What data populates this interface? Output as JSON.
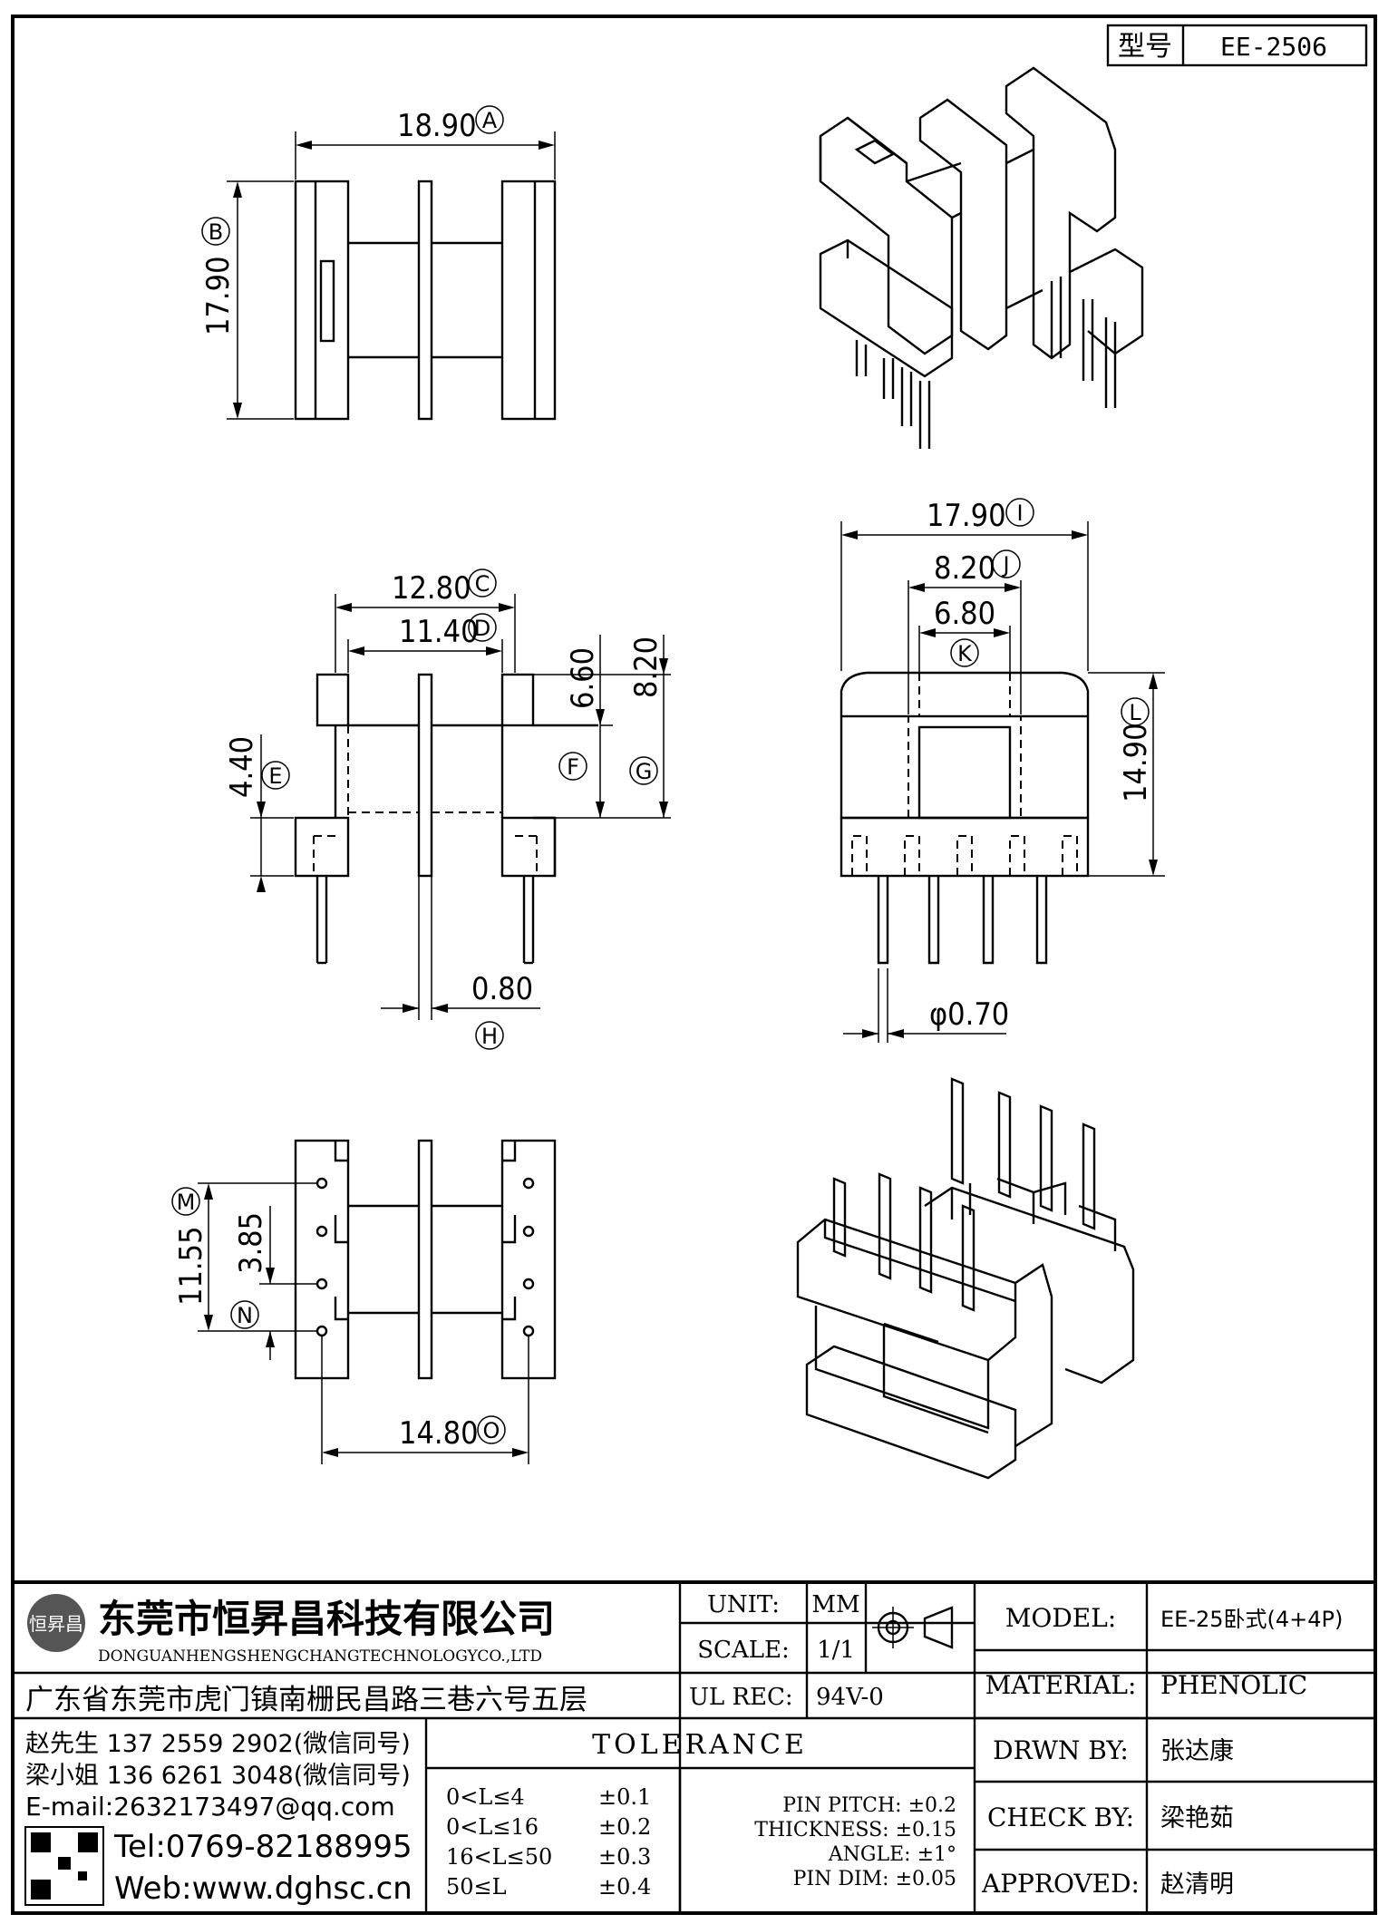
{
  "title_box": {
    "label": "型号",
    "value": "EE-2506"
  },
  "dimensions": {
    "A": "18.90",
    "B": "17.90",
    "C": "12.80",
    "D": "11.40",
    "E": "4.40",
    "F": "6.60",
    "G": "8.20",
    "H": "0.80",
    "I": "17.90",
    "J": "8.20",
    "K": "6.80",
    "L": "14.90",
    "M": "11.55",
    "N": "3.85",
    "O": "14.80",
    "pin": "φ0.70"
  },
  "labels": {
    "A": "A",
    "B": "B",
    "C": "C",
    "D": "D",
    "E": "E",
    "F": "F",
    "G": "G",
    "H": "H",
    "I": "I",
    "J": "J",
    "K": "K",
    "L": "L",
    "M": "M",
    "N": "N",
    "O": "O"
  },
  "company": {
    "name_cn": "东莞市恒昇昌科技有限公司",
    "name_en": "DONGUANHENGSHENGCHANGTECHNOLOGYCO.,LTD",
    "address": "广东省东莞市虎门镇南栅民昌路三巷六号五层",
    "contact1": "赵先生 137 2559 2902(微信同号)",
    "contact2": "梁小姐 136 6261 3048(微信同号)",
    "email": "E-mail:2632173497@qq.com",
    "tel": "Tel:0769-82188995",
    "web": "Web:www.dghsc.cn",
    "logo_text": "恒昇昌"
  },
  "specs": {
    "unit_label": "UNIT:",
    "unit_value": "MM",
    "scale_label": "SCALE:",
    "scale_value": "1/1",
    "ulrec_label": "UL REC:",
    "ulrec_value": "94V-0"
  },
  "tolerance": {
    "title": "TOLERANCE",
    "rows": [
      {
        "range": "0<L≤4",
        "value": "±0.1"
      },
      {
        "range": "0<L≤16",
        "value": "±0.2"
      },
      {
        "range": "16<L≤50",
        "value": "±0.3"
      },
      {
        "range": "50≤L",
        "value": "±0.4"
      }
    ],
    "pin_pitch": "PIN PITCH: ±0.2",
    "thickness": "THICKNESS: ±0.15",
    "angle": "ANGLE: ±1°",
    "pin_dim": "PIN DIM: ±0.05"
  },
  "info": {
    "model_label": "MODEL:",
    "model_value": "EE-25卧式(4+4P)",
    "material_label": "MATERIAL:",
    "material_value": "PHENOLIC",
    "drwn_label": "DRWN BY:",
    "drwn_value": "张达康",
    "check_label": "CHECK BY:",
    "check_value": "梁艳茹",
    "approved_label": "APPROVED:",
    "approved_value": "赵清明"
  }
}
